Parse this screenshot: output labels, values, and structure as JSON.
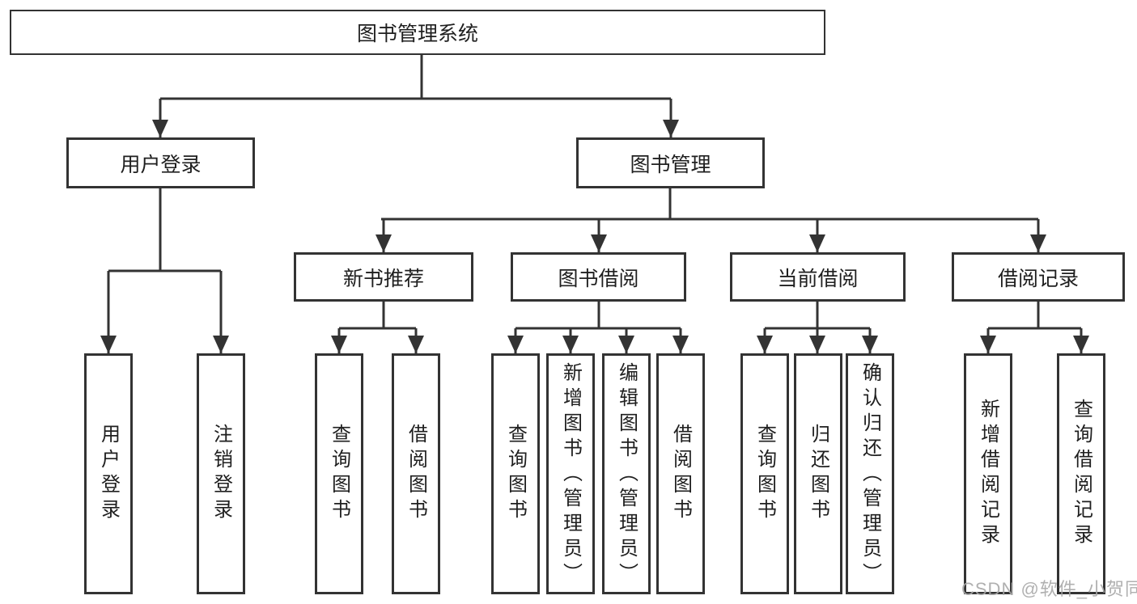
{
  "diagram": {
    "colors": {
      "line": "#333333",
      "box_border": "#333333",
      "text": "#1f1f1f",
      "background": "#ffffff",
      "watermark": "#a8a8a8"
    },
    "tree": {
      "root": {
        "label": "图书管理系统",
        "children": [
          {
            "label": "用户登录",
            "children": [
              {
                "label": "用户登录"
              },
              {
                "label": "注销登录"
              }
            ]
          },
          {
            "label": "图书管理",
            "children": [
              {
                "label": "新书推荐",
                "children": [
                  {
                    "label": "查询图书"
                  },
                  {
                    "label": "借阅图书"
                  }
                ]
              },
              {
                "label": "图书借阅",
                "children": [
                  {
                    "label": "查询图书"
                  },
                  {
                    "label": "新增图书（管理员）"
                  },
                  {
                    "label": "编辑图书（管理员）"
                  },
                  {
                    "label": "借阅图书"
                  }
                ]
              },
              {
                "label": "当前借阅",
                "children": [
                  {
                    "label": "查询图书"
                  },
                  {
                    "label": "归还图书"
                  },
                  {
                    "label": "确认归还（管理员）"
                  }
                ]
              },
              {
                "label": "借阅记录",
                "children": [
                  {
                    "label": "新增借阅记录"
                  },
                  {
                    "label": "查询借阅记录"
                  }
                ]
              }
            ]
          }
        ]
      }
    },
    "watermark": {
      "text": "CSDN @软件_小贺同学"
    }
  }
}
